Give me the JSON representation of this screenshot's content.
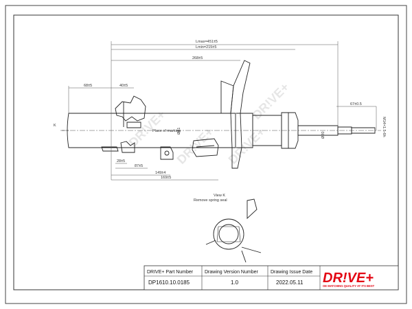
{
  "watermark": "DR!VE+",
  "dimensions": {
    "lmax": "Lmax=451±5",
    "lmin": "Lmin=215±5",
    "d268": "268±5",
    "d68": "68±5",
    "d40": "40±5",
    "d67": "67±0.5",
    "dM": "M14×1.5-6h",
    "d28": "28±5",
    "d87": "87±5",
    "d149": "149±4",
    "d169": "169±5",
    "d51": "Ø51",
    "d20": "Ø20",
    "k": "K"
  },
  "notes": {
    "marking": "Place of marking",
    "view_k": "View K",
    "remove_seal": "Remove spring seal"
  },
  "title_block": {
    "headers": [
      "DRIVE+ Part Number",
      "Drawing Version  Number",
      "Drawing Issue Date"
    ],
    "values": [
      "DP1610.10.0185",
      "1.0",
      "2022.05.11"
    ],
    "logo": "DR!VE+",
    "tagline": "OE MATCHING QUALITY AT ITS BEST"
  }
}
